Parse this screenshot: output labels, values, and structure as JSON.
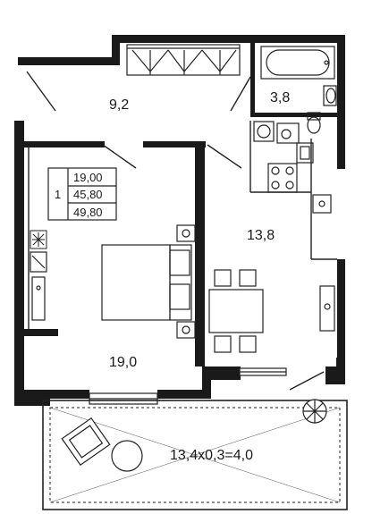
{
  "plan": {
    "rooms": {
      "hall_area": "9,2",
      "bathroom_area": "3,8",
      "kitchen_area": "13,8",
      "bedroom_area": "19,0",
      "balcony_area": "13,4х0,3=4,0"
    },
    "summary": {
      "rooms_count": "1",
      "living_area": "19,00",
      "total_area_reduced": "45,80",
      "total_area": "49,80"
    },
    "colors": {
      "wall": "#1a1a1a",
      "line": "#222222",
      "background": "#ffffff"
    }
  }
}
